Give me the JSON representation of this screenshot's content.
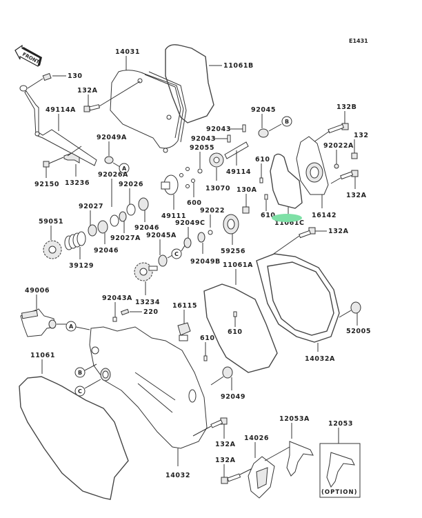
{
  "diagram": {
    "ref_code": "E1431",
    "front_arrow": "FRONT",
    "highlight_color": "#7ee0a6",
    "option_label": "(OPTION)",
    "labels": {
      "p130": "130",
      "p132A_1": "132A",
      "p14031": "14031",
      "p11061B": "11061B",
      "p49114A": "49114A",
      "p92049A": "92049A",
      "p92150": "92150",
      "p13236": "13236",
      "p92045": "92045",
      "p132B": "132B",
      "p132": "132",
      "p92043_1": "92043",
      "p92043_2": "92043",
      "p92055": "92055",
      "p49114": "49114",
      "p13070": "13070",
      "p610_1": "610",
      "p92022A": "92022A",
      "p132A_2": "132A",
      "p92026": "92026",
      "p92026A": "92026A",
      "p92027": "92027",
      "p600": "600",
      "p130A": "130A",
      "p49111": "49111",
      "p92022": "92022",
      "p610_2": "610",
      "p11061C": "11061C",
      "p16142": "16142",
      "p59051": "59051",
      "p92046_1": "92046",
      "p92027A": "92027A",
      "p92049C": "92049C",
      "p132A_3": "132A",
      "p92046_2": "92046",
      "p92045A": "92045A",
      "p59256": "59256",
      "p39129": "39129",
      "p92049B": "92049B",
      "p11061A": "11061A",
      "p49006": "49006",
      "p92043A": "92043A",
      "p13234": "13234",
      "p220": "220",
      "p16115": "16115",
      "p610_3": "610",
      "p610_4": "610",
      "p52005": "52005",
      "p14032A": "14032A",
      "p11061": "11061",
      "p92049": "92049",
      "p12053A": "12053A",
      "p12053": "12053",
      "p14026": "14026",
      "p132A_4": "132A",
      "p132A_5": "132A",
      "p14032": "14032"
    },
    "refs": {
      "A": "A",
      "B": "B",
      "C": "C"
    }
  }
}
